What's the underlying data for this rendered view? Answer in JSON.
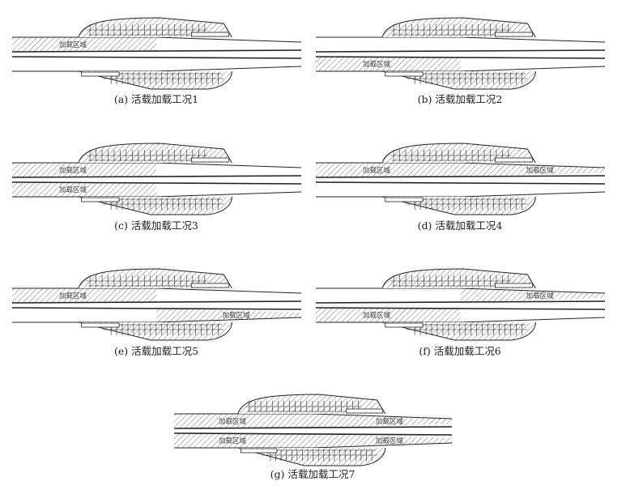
{
  "zone_label": "加载区域",
  "panels": [
    {
      "caption": "(a) 活载加载工况1",
      "zones": [
        {
          "deck": "top",
          "part": "left"
        }
      ]
    },
    {
      "caption": "(b) 活载加载工况2",
      "zones": [
        {
          "deck": "bottom",
          "part": "left"
        }
      ]
    },
    {
      "caption": "(c) 活载加载工况3",
      "zones": [
        {
          "deck": "top",
          "part": "left"
        },
        {
          "deck": "bottom",
          "part": "left"
        }
      ]
    },
    {
      "caption": "(d) 活载加载工况4",
      "zones": [
        {
          "deck": "top",
          "part": "left"
        },
        {
          "deck": "top",
          "part": "right"
        }
      ]
    },
    {
      "caption": "(e) 活载加载工况5",
      "zones": [
        {
          "deck": "top",
          "part": "left"
        },
        {
          "deck": "bottom",
          "part": "right"
        }
      ]
    },
    {
      "caption": "(f) 活载加载工况6",
      "zones": [
        {
          "deck": "bottom",
          "part": "left"
        },
        {
          "deck": "top",
          "part": "right"
        }
      ]
    },
    {
      "caption": "(g) 活载加载工况7",
      "zones": [
        {
          "deck": "top",
          "part": "left"
        },
        {
          "deck": "top",
          "part": "right"
        },
        {
          "deck": "bottom",
          "part": "left"
        },
        {
          "deck": "bottom",
          "part": "right"
        }
      ]
    }
  ],
  "colors": {
    "line": "#222222",
    "hatch": "#777777",
    "background": "#ffffff"
  }
}
